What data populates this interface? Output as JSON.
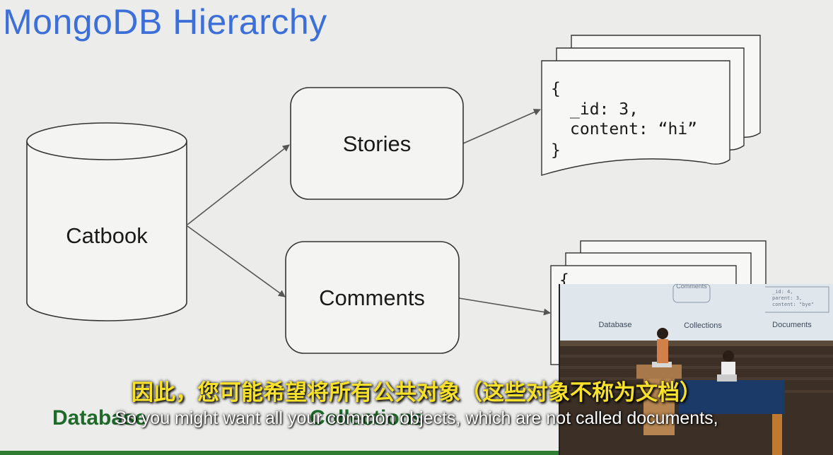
{
  "slide": {
    "title": "MongoDB Hierarchy",
    "database_label": "Catbook",
    "collections": [
      "Stories",
      "Comments"
    ],
    "document_lines": [
      "{",
      "_id: 3,",
      "content: “hi”",
      "}"
    ],
    "partial_document_line": "{",
    "bottom_labels": [
      "Database",
      "Collections"
    ]
  },
  "video": {
    "screen_labels": [
      "Database",
      "Collections",
      "Documents"
    ],
    "screen_top_label": "Comments",
    "screen_doc_lines": [
      "_id: 4,",
      "parent: 3,",
      "content: \"bye\""
    ]
  },
  "subtitles": {
    "zh": "因此，您可能希望将所有公共对象（这些对象不称为文档）",
    "en": "So you might want all your common objects, which are not called documents,"
  },
  "colors": {
    "title": "#3d6fd8",
    "subtitle_zh": "#f7e12a",
    "bottom_label": "#1f6a2a"
  }
}
